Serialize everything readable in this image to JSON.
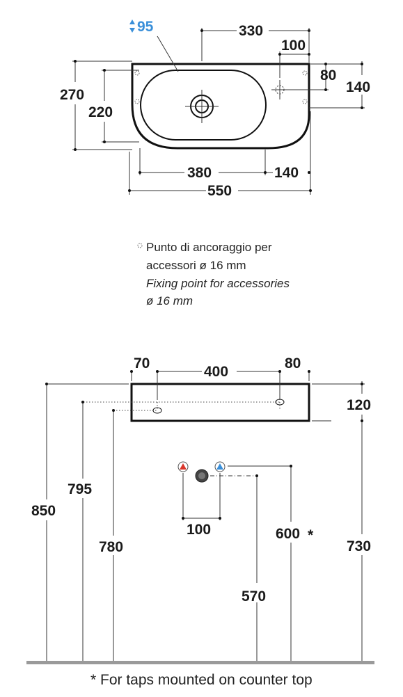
{
  "top_view": {
    "depth_label": "95",
    "dims": {
      "d330": "330",
      "d100": "100",
      "d80": "80",
      "d140_right": "140",
      "d270": "270",
      "d220": "220",
      "d380": "380",
      "d140_bottom": "140",
      "d550": "550"
    },
    "colors": {
      "depth_arrow": "#3a8fd9",
      "outline": "#111111"
    }
  },
  "legend": {
    "line1": "Punto di ancoraggio per",
    "line2": "accessori ø 16 mm",
    "line3": "Fixing point for accessories",
    "line4": "ø 16 mm"
  },
  "front_view": {
    "dims": {
      "d70": "70",
      "d400": "400",
      "d80": "80",
      "d120": "120",
      "d850": "850",
      "d795": "795",
      "d780": "780",
      "d100": "100",
      "d600": "600",
      "d600_mark": "*",
      "d570": "570",
      "d730": "730"
    },
    "colors": {
      "hot_marker": "#d9362b",
      "cold_marker": "#3a8fd9",
      "floor": "#9a9a9a"
    }
  },
  "footnote": "* For taps mounted on counter top"
}
